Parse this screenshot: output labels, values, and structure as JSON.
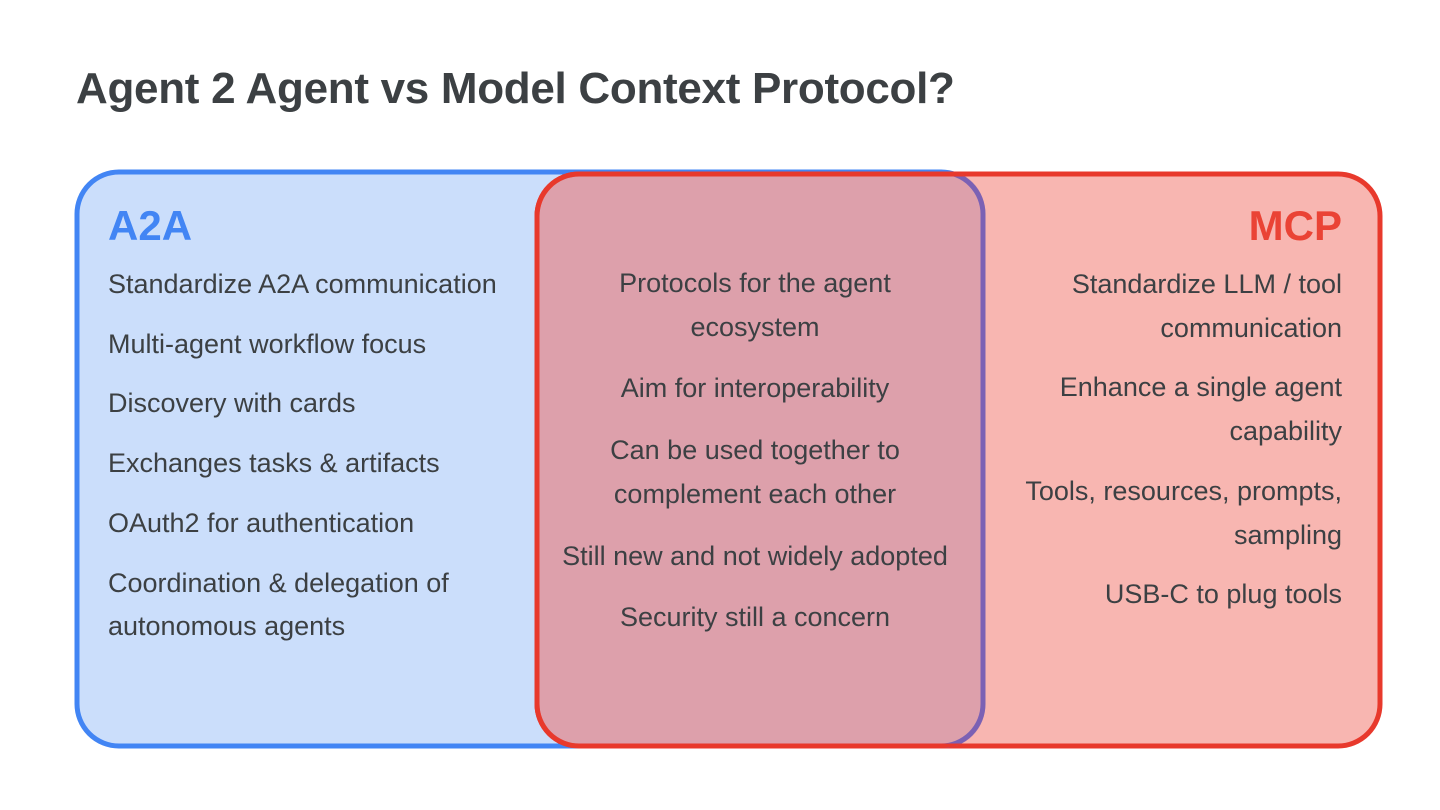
{
  "slide": {
    "title": "Agent 2 Agent vs Model Context Protocol?",
    "background_color": "#ffffff",
    "title_color": "#3c4043",
    "body_text_color": "#3c4043"
  },
  "diagram": {
    "type": "venn",
    "left": {
      "heading": "A2A",
      "heading_color": "#4285f4",
      "fill_color": "#cbdefb",
      "stroke_color": "#4285f4",
      "text_align": "left",
      "items": [
        "Standardize A2A communication",
        "Multi-agent workflow focus",
        "Discovery with cards",
        "Exchanges tasks & artifacts",
        "OAuth2 for authentication",
        "Coordination & delegation of autonomous agents"
      ]
    },
    "overlap": {
      "fill_color": "#d69cb0",
      "blend_stroke_color": "#7b61b4",
      "text_align": "center",
      "items": [
        "Protocols for the agent ecosystem",
        "Aim for interoperability",
        "Can be used together to complement each other",
        "Still new and not widely adopted",
        "Security still a concern"
      ]
    },
    "right": {
      "heading": "MCP",
      "heading_color": "#ea4335",
      "fill_color": "#f7b0ab",
      "stroke_color": "#e8392c",
      "text_align": "right",
      "items": [
        "Standardize LLM / tool communication",
        "Enhance a single agent capability",
        "Tools, resources, prompts, sampling",
        "USB-C to plug tools"
      ]
    }
  }
}
